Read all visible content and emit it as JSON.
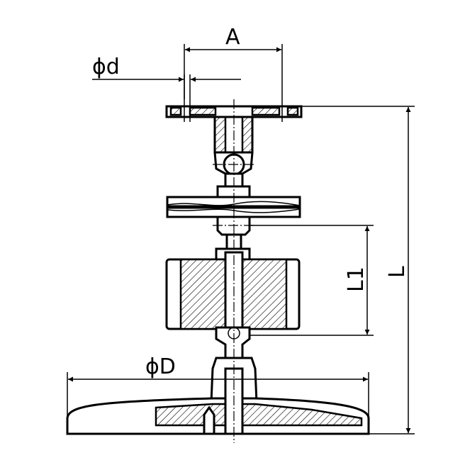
{
  "drawing": {
    "dimensions": {
      "A": "A",
      "d": "ϕd",
      "D": "ϕD",
      "L1": "L1",
      "L": "L"
    },
    "line_color": "#000000",
    "background": "#ffffff"
  }
}
